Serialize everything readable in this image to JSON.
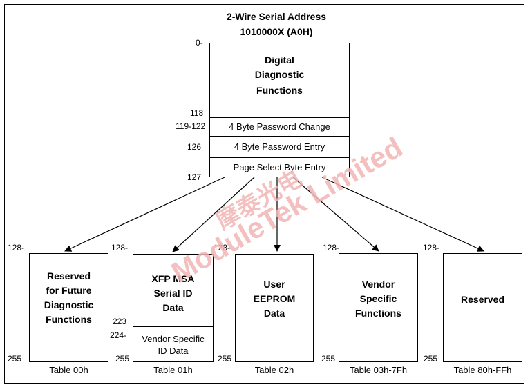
{
  "title_line1": "2-Wire Serial Address",
  "title_line2": "1010000X (A0H)",
  "main": {
    "top_text": [
      "Digital",
      "Diagnostic",
      "Functions"
    ],
    "rows": [
      "4 Byte Password Change",
      "4 Byte Password Entry",
      "Page Select Byte Entry"
    ],
    "addr_labels": [
      "0-",
      "118",
      "119-122",
      "126",
      "127"
    ]
  },
  "tables": [
    {
      "start": "128-",
      "end": "255",
      "text": [
        "Reserved",
        "for Future",
        "Diagnostic",
        "Functions"
      ],
      "caption": "Table 00h"
    },
    {
      "start": "128-",
      "end": "255",
      "text": [
        "XFP MSA",
        "Serial ID",
        "Data"
      ],
      "mid_labels": [
        "223",
        "224-"
      ],
      "sub_text": [
        "Vendor Specific",
        "ID Data"
      ],
      "caption": "Table 01h"
    },
    {
      "start": "128-",
      "end": "255",
      "text": [
        "User",
        "EEPROM",
        "Data"
      ],
      "caption": "Table 02h"
    },
    {
      "start": "128-",
      "end": "255",
      "text": [
        "Vendor",
        "Specific",
        "Functions"
      ],
      "caption": "Table 03h-7Fh"
    },
    {
      "start": "128-",
      "end": "255",
      "text": [
        "Reserved"
      ],
      "caption": "Table 80h-FFh"
    }
  ],
  "watermark": {
    "line1": "摩泰光电",
    "line2": "ModuleTek Limited"
  },
  "colors": {
    "watermark": "#f2b5b5",
    "line": "#000000"
  }
}
